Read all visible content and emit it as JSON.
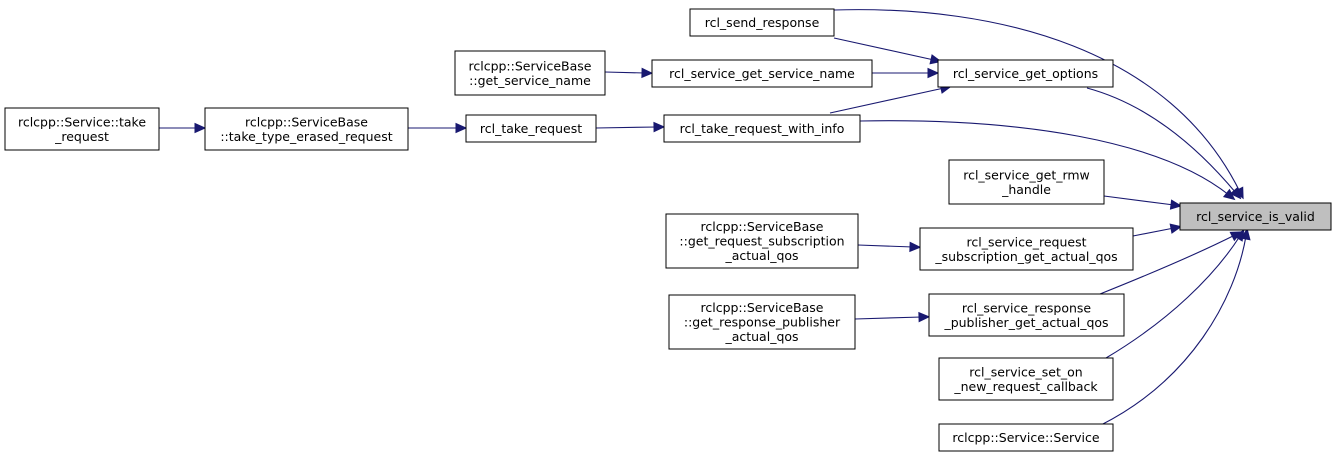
{
  "colors": {
    "edge": "#191970",
    "highlight": "#bfbfbf",
    "node_border": "#000000"
  },
  "nodes": [
    {
      "id": "valid",
      "lines": [
        "rcl_service_is_valid"
      ]
    },
    {
      "id": "send_resp",
      "lines": [
        "rcl_send_response"
      ]
    },
    {
      "id": "get_opts",
      "lines": [
        "rcl_service_get_options"
      ]
    },
    {
      "id": "get_name",
      "lines": [
        "rcl_service_get_service_name"
      ]
    },
    {
      "id": "sb_name",
      "lines": [
        "rclcpp::ServiceBase",
        "::get_service_name"
      ]
    },
    {
      "id": "take_info",
      "lines": [
        "rcl_take_request_with_info"
      ]
    },
    {
      "id": "take_req",
      "lines": [
        "rcl_take_request"
      ]
    },
    {
      "id": "sb_take",
      "lines": [
        "rclcpp::ServiceBase",
        "::take_type_erased_request"
      ]
    },
    {
      "id": "svc_take",
      "lines": [
        "rclcpp::Service::take",
        "_request"
      ]
    },
    {
      "id": "rmw",
      "lines": [
        "rcl_service_get_rmw",
        "_handle"
      ]
    },
    {
      "id": "req_sub",
      "lines": [
        "rcl_service_request",
        "_subscription_get_actual_qos"
      ]
    },
    {
      "id": "sb_req",
      "lines": [
        "rclcpp::ServiceBase",
        "::get_request_subscription",
        "_actual_qos"
      ]
    },
    {
      "id": "resp_pub",
      "lines": [
        "rcl_service_response",
        "_publisher_get_actual_qos"
      ]
    },
    {
      "id": "sb_resp",
      "lines": [
        "rclcpp::ServiceBase",
        "::get_response_publisher",
        "_actual_qos"
      ]
    },
    {
      "id": "set_cb",
      "lines": [
        "rcl_service_set_on",
        "_new_request_callback"
      ]
    },
    {
      "id": "svc_ctor",
      "lines": [
        "rclcpp::Service::Service"
      ]
    }
  ],
  "edges": [
    {
      "from": "send_resp",
      "to": "valid"
    },
    {
      "from": "send_resp",
      "to": "get_opts"
    },
    {
      "from": "get_opts",
      "to": "valid"
    },
    {
      "from": "get_name",
      "to": "get_opts"
    },
    {
      "from": "sb_name",
      "to": "get_name"
    },
    {
      "from": "take_info",
      "to": "get_opts"
    },
    {
      "from": "take_info",
      "to": "valid"
    },
    {
      "from": "take_req",
      "to": "take_info"
    },
    {
      "from": "sb_take",
      "to": "take_req"
    },
    {
      "from": "svc_take",
      "to": "sb_take"
    },
    {
      "from": "rmw",
      "to": "valid"
    },
    {
      "from": "req_sub",
      "to": "valid"
    },
    {
      "from": "sb_req",
      "to": "req_sub"
    },
    {
      "from": "resp_pub",
      "to": "valid"
    },
    {
      "from": "sb_resp",
      "to": "resp_pub"
    },
    {
      "from": "set_cb",
      "to": "valid"
    },
    {
      "from": "svc_ctor",
      "to": "valid"
    }
  ]
}
